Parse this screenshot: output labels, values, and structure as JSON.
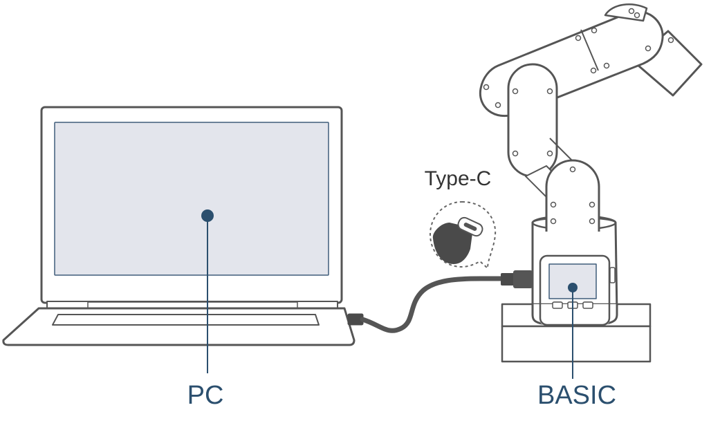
{
  "labels": {
    "pc": "PC",
    "basic": "BASIC",
    "connector": "Type-C"
  },
  "colors": {
    "label": "#2b4f6e",
    "outline": "#555555",
    "screen_fill": "#e3e5ec",
    "screen_border": "#3f5c7a",
    "cable": "#555555",
    "connector_fill": "#4a4a4a",
    "bubble_border": "#666666",
    "connector_label": "#333333"
  },
  "icons": {
    "laptop": "laptop-icon",
    "robot_arm": "robot-arm-icon",
    "type_c_plug": "usb-c-plug-icon",
    "basic_controller": "m5stack-basic-icon"
  }
}
